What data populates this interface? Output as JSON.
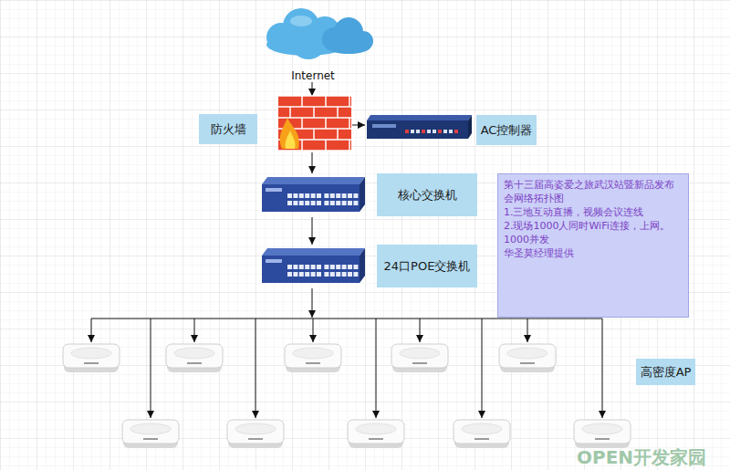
{
  "diagram": {
    "nodes": [
      {
        "text": [
          "Internet"
        ]
      },
      {
        "text": [
          "防火墙"
        ]
      },
      {
        "text": [
          "AC控制器"
        ]
      },
      {
        "text": [
          "核心交换机"
        ]
      },
      {
        "text": [
          "24口POE交换机"
        ]
      },
      {
        "text": [
          "第十三届高姿爱之旅武汉站暨新品发布会网络拓扑图",
          "1.三地互动直播，视频会议连线",
          "2.现场1000人同时WiFi连接，上网。",
          "1000并发",
          "华圣莫经理提供"
        ]
      },
      {
        "text": [
          "高密度AP"
        ]
      }
    ],
    "edges": [
      {
        "from": 0,
        "to": 1,
        "arrow": "to"
      },
      {
        "from": 1,
        "to": 2,
        "arrow": "to"
      },
      {
        "from": 1,
        "to": 3,
        "arrow": "to"
      },
      {
        "from": 3,
        "to": 4,
        "arrow": "to"
      },
      {
        "from": 4,
        "to": 6,
        "arrow": "to"
      }
    ],
    "labels": [
      "OPEN开发家园"
    ]
  }
}
